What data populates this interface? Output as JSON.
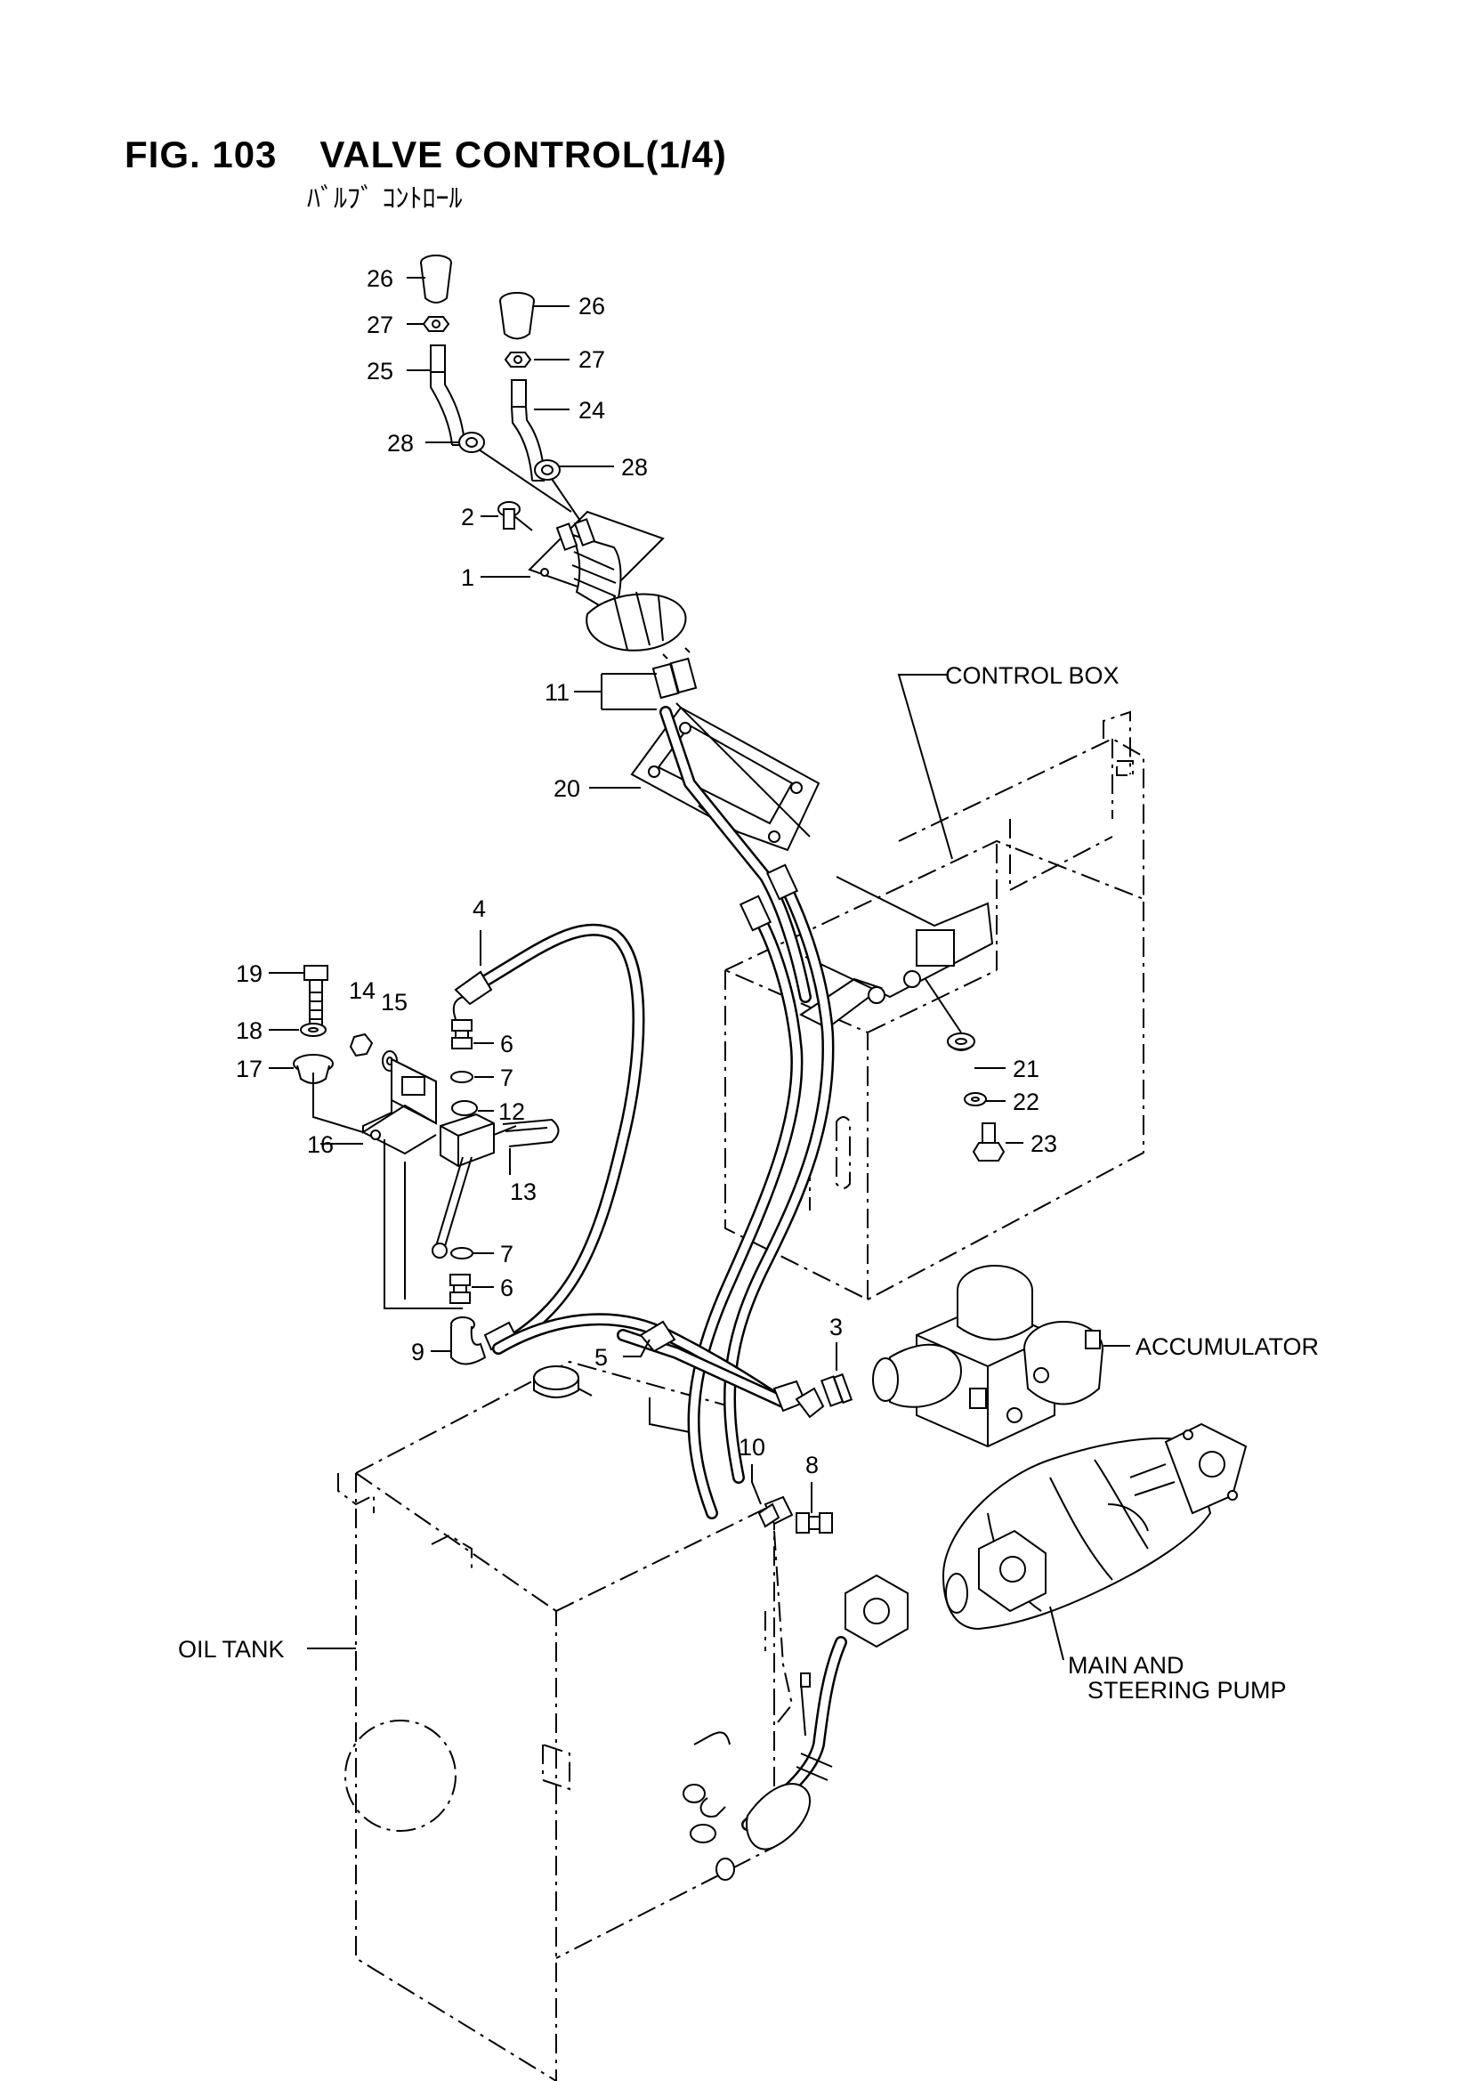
{
  "title": {
    "fig": "FIG. 103",
    "name": "VALVE CONTROL(1/4)",
    "subtitle": "ﾊﾞﾙﾌﾞ ｺﾝﾄﾛｰﾙ"
  },
  "assemblies": {
    "control_box": "CONTROL BOX",
    "accumulator": "ACCUMULATOR",
    "oil_tank": "OIL TANK",
    "pump_line1": "MAIN AND",
    "pump_line2": "STEERING PUMP"
  },
  "callouts": {
    "c26a": "26",
    "c27a": "27",
    "c25": "25",
    "c28a": "28",
    "c26b": "26",
    "c27b": "27",
    "c24": "24",
    "c28b": "28",
    "c2": "2",
    "c1": "1",
    "c11": "11",
    "c20": "20",
    "c4": "4",
    "c19": "19",
    "c14": "14",
    "c15": "15",
    "c18": "18",
    "c6a": "6",
    "c7a": "7",
    "c17": "17",
    "c12": "12",
    "c16": "16",
    "c13": "13",
    "c7b": "7",
    "c6b": "6",
    "c9": "9",
    "c5": "5",
    "c3": "3",
    "c10": "10",
    "c8": "8",
    "c21": "21",
    "c22": "22",
    "c23": "23"
  },
  "colors": {
    "line": "#000000",
    "background": "#ffffff"
  }
}
